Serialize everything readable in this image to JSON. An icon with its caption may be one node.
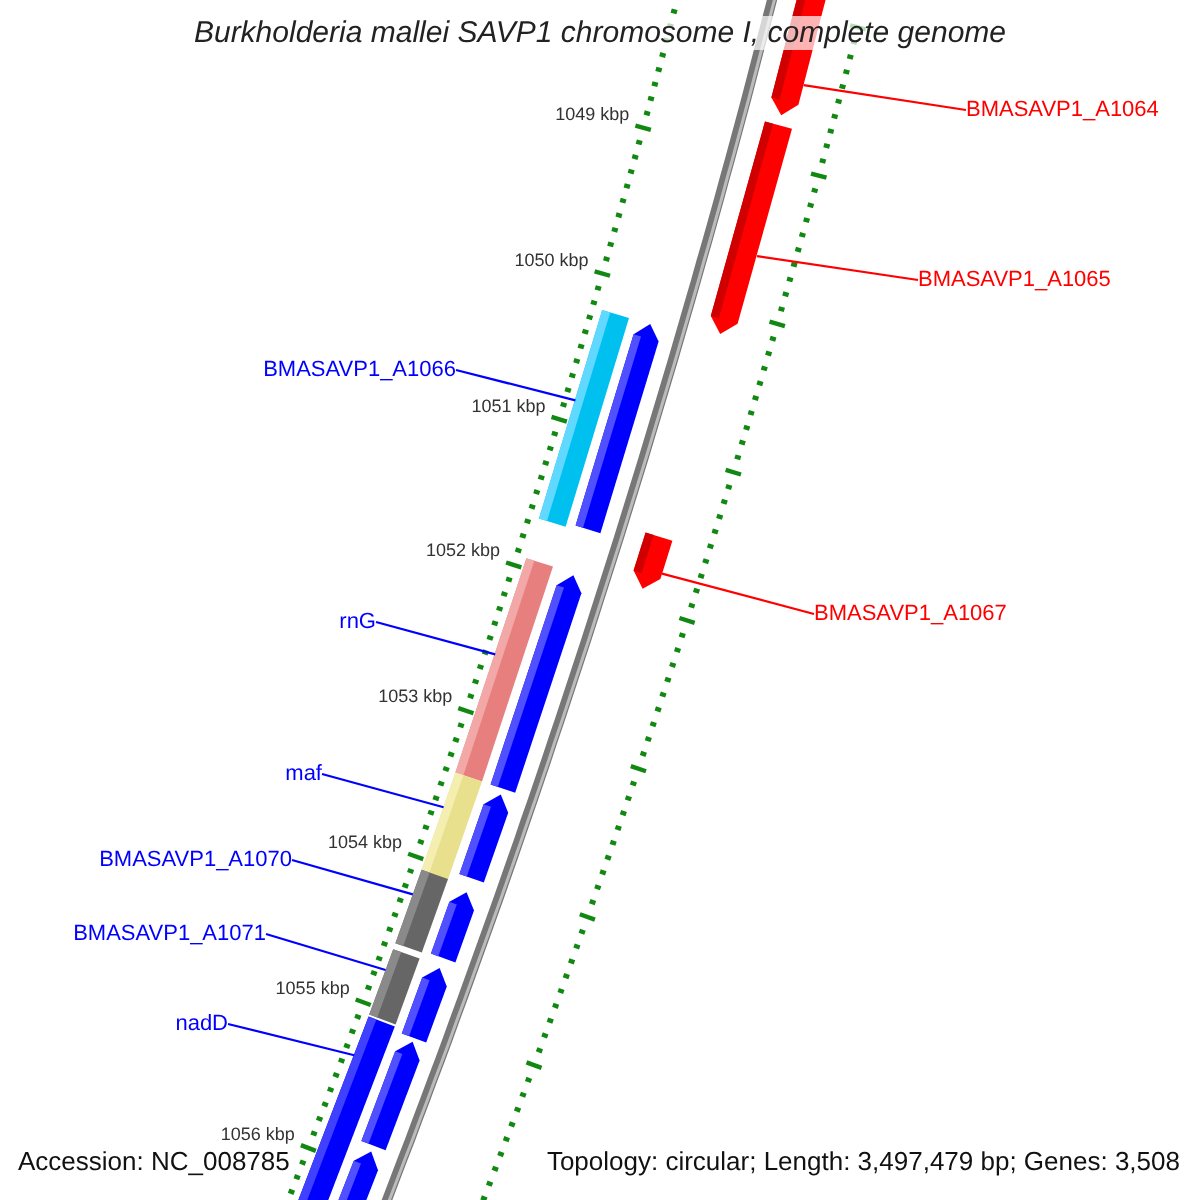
{
  "diagram": {
    "title": "Burkholderia mallei SAVP1 chromosome I, complete genome",
    "nodes": [
      {
        "text": [
          "BMASAVP1_A1064"
        ]
      },
      {
        "text": [],
        "shape": "arrow"
      },
      {
        "text": [
          "BMASAVP1_A1065"
        ]
      },
      {
        "text": [],
        "shape": "arrow"
      },
      {
        "text": [
          "BMASAVP1_A1066"
        ]
      },
      {
        "text": [],
        "shape": "bar"
      },
      {
        "text": [
          "BMASAVP1_A1067"
        ]
      },
      {
        "text": [],
        "shape": "arrow"
      },
      {
        "text": [
          "rnG"
        ]
      },
      {
        "text": [],
        "shape": "bar"
      },
      {
        "text": [
          "maf"
        ]
      },
      {
        "text": [],
        "shape": "bar"
      },
      {
        "text": [
          "BMASAVP1_A1070"
        ]
      },
      {
        "text": [],
        "shape": "bar"
      },
      {
        "text": [
          "BMASAVP1_A1071"
        ]
      },
      {
        "text": [],
        "shape": "bar"
      },
      {
        "text": [
          "nadD"
        ]
      },
      {
        "text": [],
        "shape": "bar"
      }
    ],
    "edges": [
      {
        "from": 0,
        "to": 1,
        "arrow": "none",
        "color": "#ff0000"
      },
      {
        "from": 2,
        "to": 3,
        "arrow": "none",
        "color": "#ff0000"
      },
      {
        "from": 4,
        "to": 5,
        "arrow": "none"
      },
      {
        "from": 6,
        "to": 7,
        "arrow": "none",
        "color": "#ff0000"
      },
      {
        "from": 8,
        "to": 9,
        "arrow": "none"
      },
      {
        "from": 10,
        "to": 11,
        "arrow": "none"
      },
      {
        "from": 12,
        "to": 13,
        "arrow": "none"
      },
      {
        "from": 14,
        "to": 15,
        "arrow": "none"
      },
      {
        "from": 16,
        "to": 17,
        "arrow": "none"
      }
    ],
    "labels": [
      "1049 kbp",
      "1050 kbp",
      "1051 kbp",
      "1052 kbp",
      "1053 kbp",
      "1054 kbp",
      "1055 kbp",
      "1056 kbp",
      "Accession: NC_008785",
      "Topology: circular; Length: 3,497,479 bp; Genes: 3,508"
    ]
  }
}
